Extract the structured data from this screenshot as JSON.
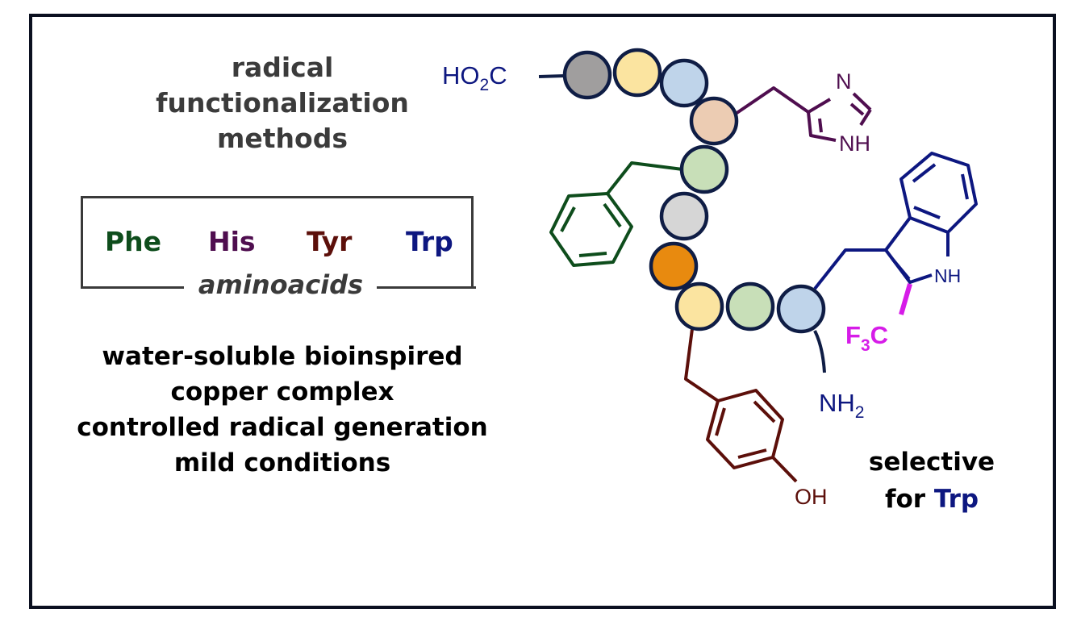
{
  "heading": {
    "line1": "radical",
    "line2": "functionalization",
    "line3": "methods"
  },
  "aminoacid_box": {
    "caption": "aminoacids",
    "items": [
      {
        "label": "Phe",
        "color": "#0e4d1c"
      },
      {
        "label": "His",
        "color": "#4f0e4f"
      },
      {
        "label": "Tyr",
        "color": "#5c0f0a"
      },
      {
        "label": "Trp",
        "color": "#0d1780"
      }
    ]
  },
  "features": [
    "water-soluble bioinspired",
    "copper complex",
    "controlled radical generation",
    "mild conditions"
  ],
  "selectivity": {
    "line1": "selective",
    "line2_prefix": "for",
    "line2_highlight": "Trp"
  },
  "peptide": {
    "c_terminus": {
      "main": "HO",
      "sub": "2",
      "tail": "C"
    },
    "n_terminus": {
      "main": "NH",
      "sub": "2"
    },
    "bead_outline": "#0f1d45",
    "beads": [
      {
        "residue": "gray",
        "color": "#a09e9e"
      },
      {
        "residue": "yellow",
        "color": "#fbe4a0"
      },
      {
        "residue": "blue",
        "color": "#bfd4ea"
      },
      {
        "residue": "His",
        "color": "#ecccb3"
      },
      {
        "residue": "Phe",
        "color": "#c8dfb8"
      },
      {
        "residue": "light-gray",
        "color": "#d6d6d6"
      },
      {
        "residue": "orange",
        "color": "#e88a0f"
      },
      {
        "residue": "Tyr",
        "color": "#fbe4a0"
      },
      {
        "residue": "green",
        "color": "#c8dfb8"
      },
      {
        "residue": "Trp",
        "color": "#bfd4ea"
      }
    ],
    "side_chains": {
      "his": {
        "labels": [
          "N",
          "NH"
        ],
        "color": "#4f0e4f"
      },
      "phe": {
        "color": "#0e4d1c"
      },
      "tyr": {
        "labels": [
          "OH"
        ],
        "color": "#5c0f0a"
      },
      "trp": {
        "labels": [
          "NH"
        ],
        "color": "#0d1780"
      }
    },
    "cf3_group": {
      "main": "F",
      "sub": "3",
      "tail": "C",
      "color": "#d61ce8"
    }
  }
}
